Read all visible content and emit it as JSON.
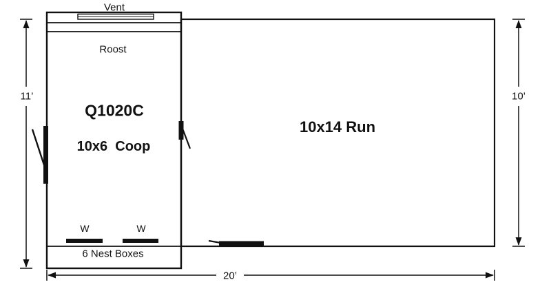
{
  "diagram": {
    "model": "Q1020C",
    "coop_label": "10x6  Coop",
    "run_label": "10x14 Run",
    "vent_label": "Vent",
    "roost_label": "Roost",
    "nest_boxes_label": "6 Nest Boxes",
    "window_label": "W",
    "dimensions": {
      "left_height": "11’",
      "right_height": "10’",
      "bottom_width": "20’"
    },
    "colors": {
      "line": "#111111",
      "background": "#ffffff"
    }
  }
}
